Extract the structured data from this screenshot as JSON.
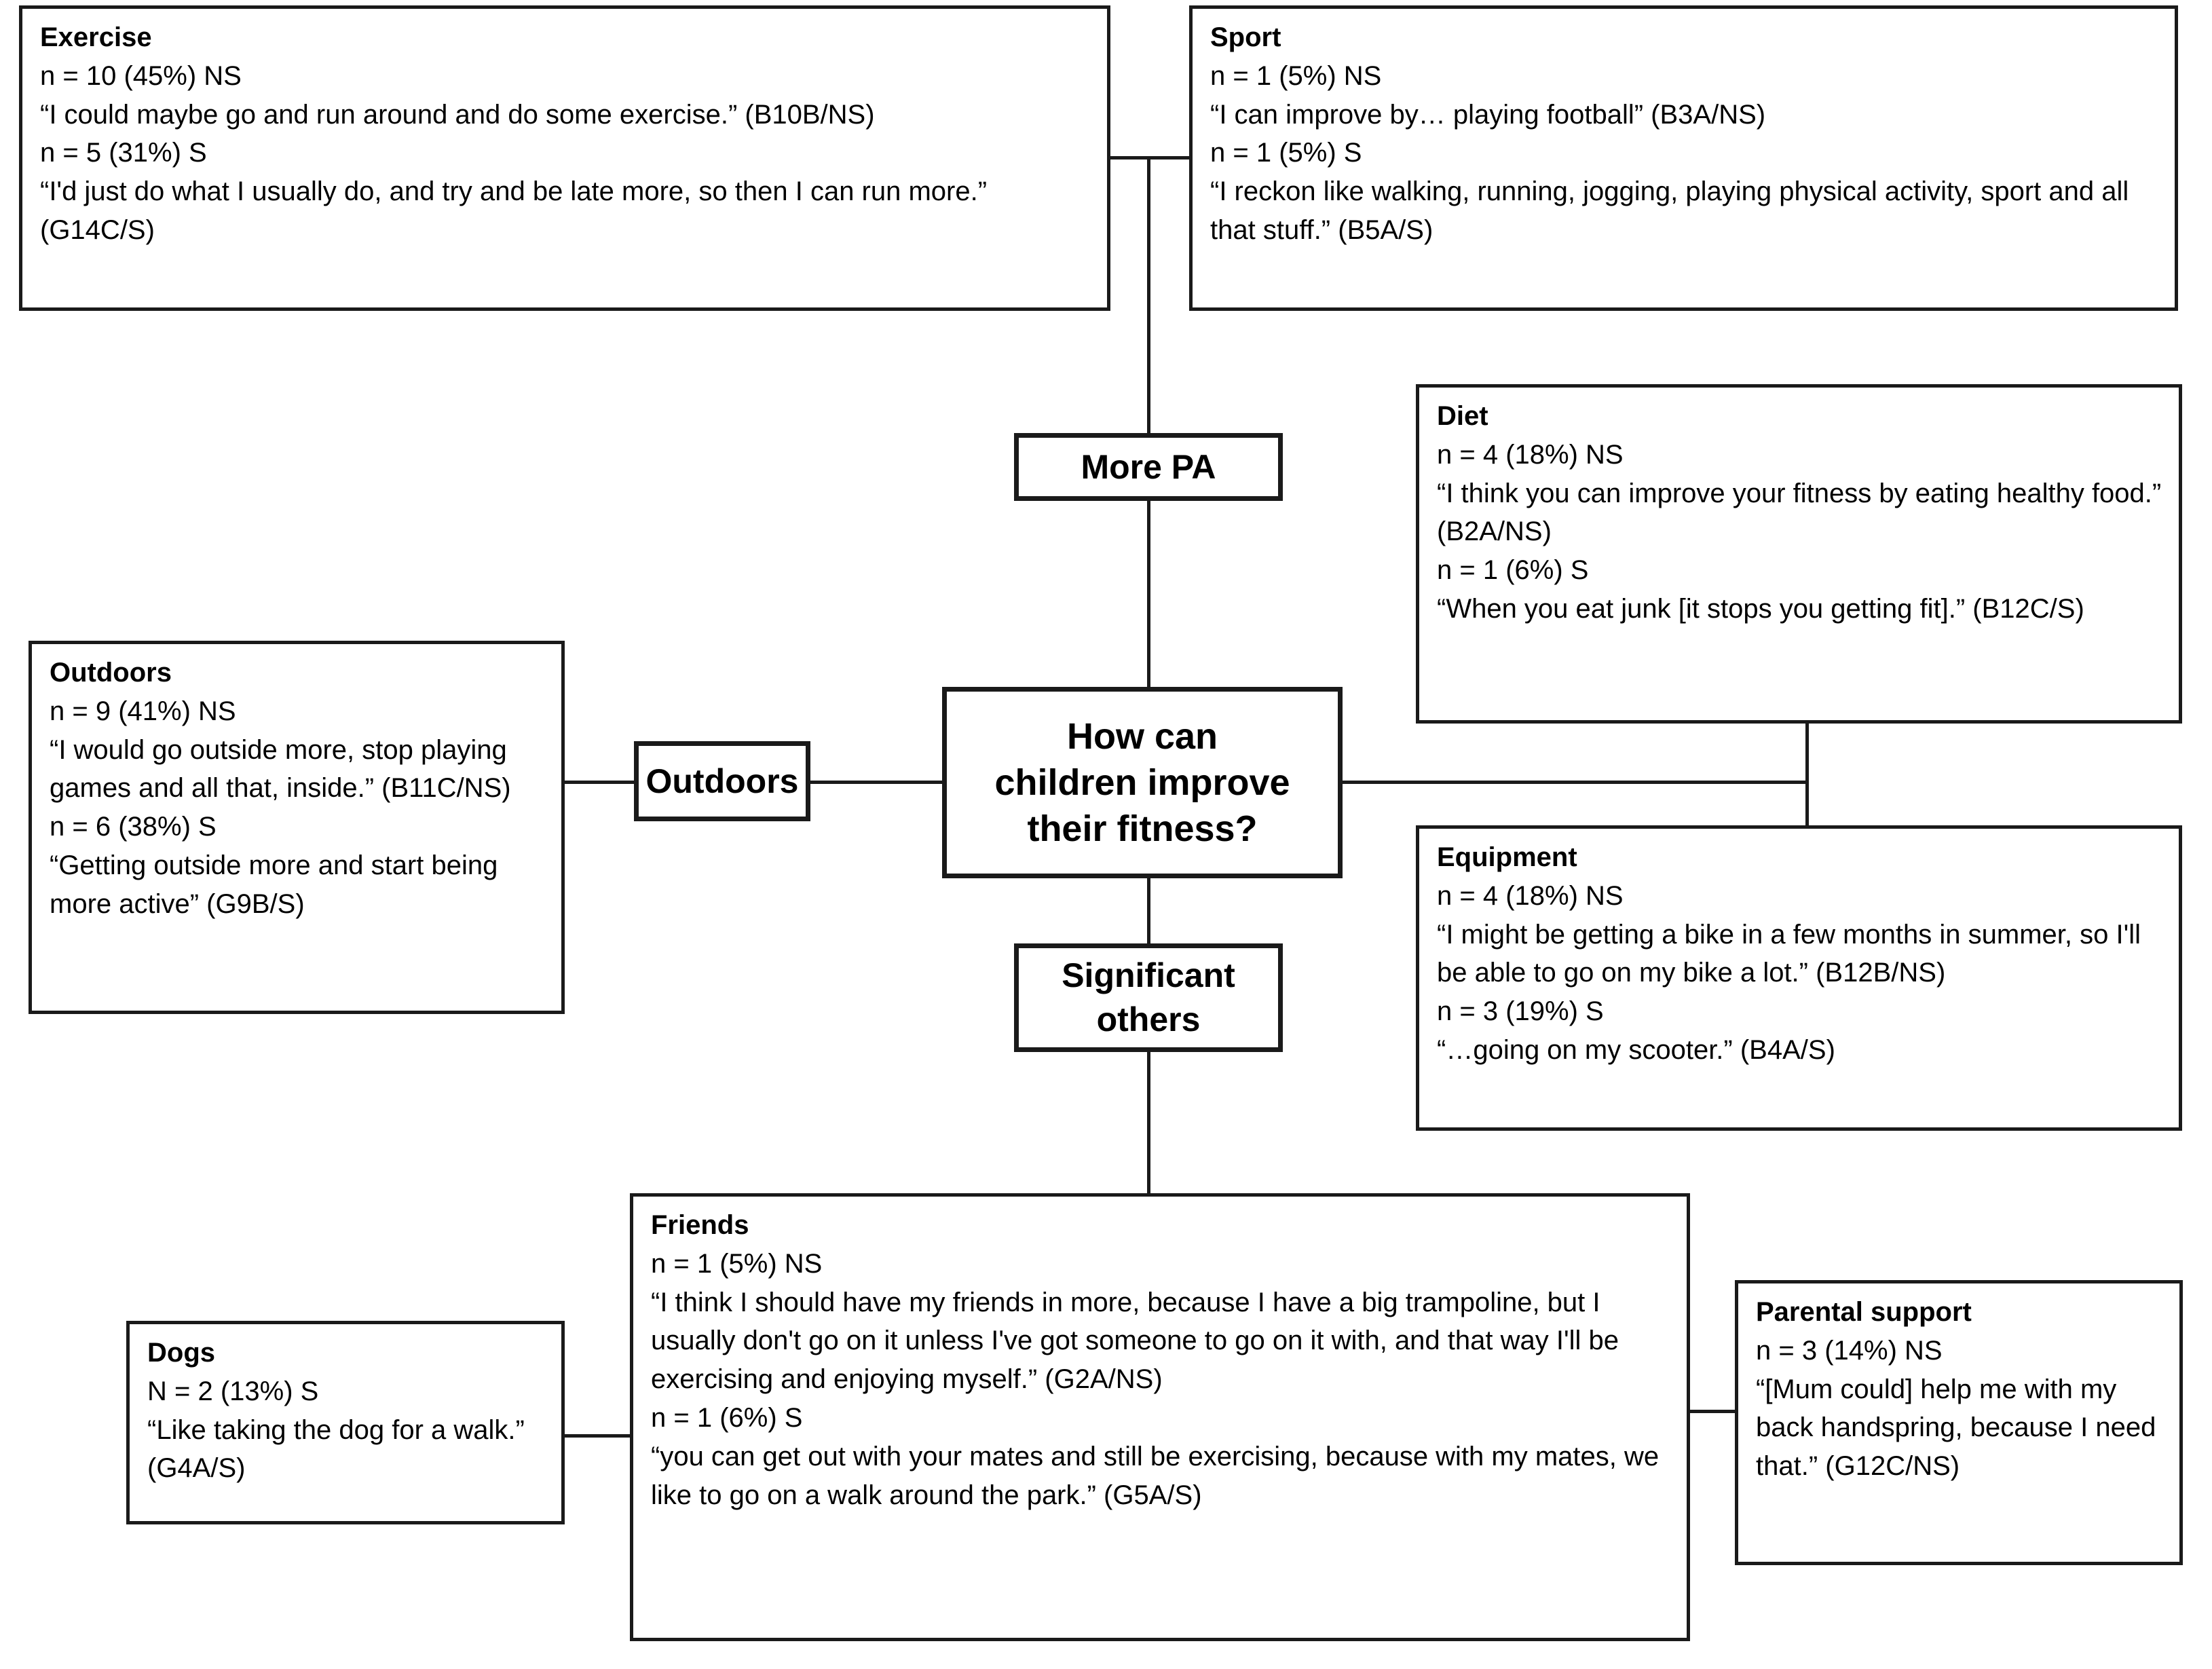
{
  "diagram": {
    "title": "How can children improve their fitness?",
    "type": "thematic-map",
    "center_node": {
      "label": "How can\nchildren improve\ntheir fitness?"
    },
    "branch_nodes": [
      {
        "id": "more-pa",
        "label": "More PA"
      },
      {
        "id": "outdoors",
        "label": "Outdoors"
      },
      {
        "id": "significant-others",
        "label": "Significant\nothers"
      }
    ],
    "themes": [
      {
        "id": "exercise",
        "title": "Exercise",
        "lines": [
          "n = 10 (45%) NS",
          "“I could maybe go and run around and do some exercise.” (B10B/NS)",
          "n = 5 (31%) S",
          "“I'd just do what I usually do, and try and be late more, so then I can run more.” (G14C/S)"
        ]
      },
      {
        "id": "sport",
        "title": "Sport",
        "lines": [
          "n = 1 (5%) NS",
          "“I can improve by… playing football” (B3A/NS)",
          "n = 1 (5%) S",
          "“I reckon like walking, running, jogging, playing physical activity, sport and all that stuff.” (B5A/S)"
        ]
      },
      {
        "id": "diet",
        "title": "Diet",
        "lines": [
          "n = 4 (18%) NS",
          "“I think you can improve your fitness by eating healthy food.” (B2A/NS)",
          "n = 1 (6%) S",
          "“When you eat junk [it stops you getting fit].” (B12C/S)"
        ]
      },
      {
        "id": "equipment",
        "title": "Equipment",
        "lines": [
          "n = 4 (18%) NS",
          "“I might be getting a bike in a few months in summer, so I'll be able to go on my bike a lot.” (B12B/NS)",
          "n = 3 (19%) S",
          "“…going on my scooter.” (B4A/S)"
        ]
      },
      {
        "id": "outdoors-detail",
        "title": "Outdoors",
        "lines": [
          "n = 9 (41%) NS",
          "“I would go outside more, stop playing games and all that, inside.” (B11C/NS)",
          "n = 6 (38%) S",
          "“Getting outside more and start being more active” (G9B/S)"
        ]
      },
      {
        "id": "friends",
        "title": "Friends",
        "lines": [
          "n = 1 (5%) NS",
          "“I think I should have my friends in more, because I have a big trampoline, but I usually don't go on it unless I've got someone to go on it with, and that way I'll be exercising and enjoying myself.” (G2A/NS)",
          "n = 1 (6%) S",
          "“you can get out with your mates and still be exercising, because with my mates, we like to go on a walk around the park.” (G5A/S)"
        ]
      },
      {
        "id": "dogs",
        "title": "Dogs",
        "lines": [
          "N = 2 (13%) S",
          "“Like taking the dog for a walk.” (G4A/S)"
        ]
      },
      {
        "id": "parental-support",
        "title": "Parental support",
        "lines": [
          "n = 3 (14%) NS",
          "“[Mum could] help me with my back handspring, because I need that.” (G12C/NS)"
        ]
      }
    ]
  }
}
